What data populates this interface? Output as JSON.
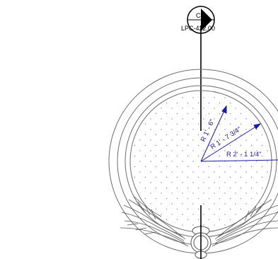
{
  "callout": {
    "detail_id": "C4",
    "sheet_ref": "LPC-422.00"
  },
  "dimensions": {
    "inner_radius_label": "R 1' - 6\"",
    "middle_radius_label": "R 1' - 7 3/4\"",
    "outer_radius_label": "R 2' - 1 1/4\""
  },
  "colors": {
    "linework": "#000000",
    "outline": "#6e6e6e",
    "dimension": "#1a1aa6",
    "fill_dots": "#8a8a8a",
    "background": "#ffffff"
  }
}
